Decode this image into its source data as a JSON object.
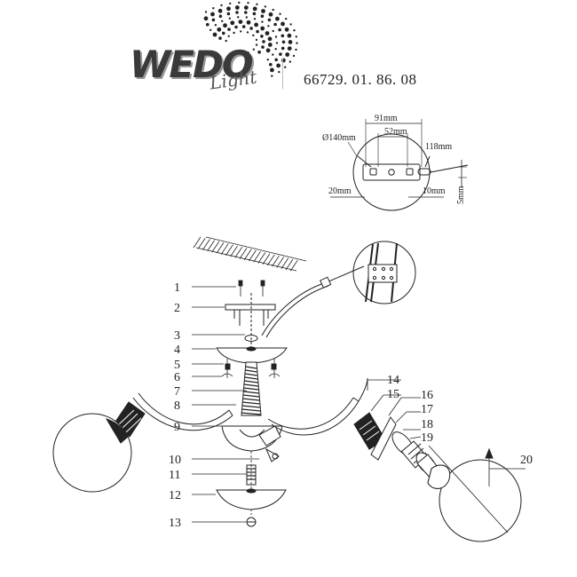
{
  "brand": {
    "wordmark": "WEDO",
    "script": "Light"
  },
  "model_number": "66729. 01. 86. 08",
  "dimensions": {
    "d140": "Ø140mm",
    "d91": "91mm",
    "d52": "52mm",
    "d118": "118mm",
    "d20": "20mm",
    "d10": "10mm",
    "d5": "5mm"
  },
  "parts": [
    "1",
    "2",
    "3",
    "4",
    "5",
    "6",
    "7",
    "8",
    "9",
    "10",
    "11",
    "12",
    "13",
    "14",
    "15",
    "16",
    "17",
    "18",
    "19",
    "20"
  ]
}
